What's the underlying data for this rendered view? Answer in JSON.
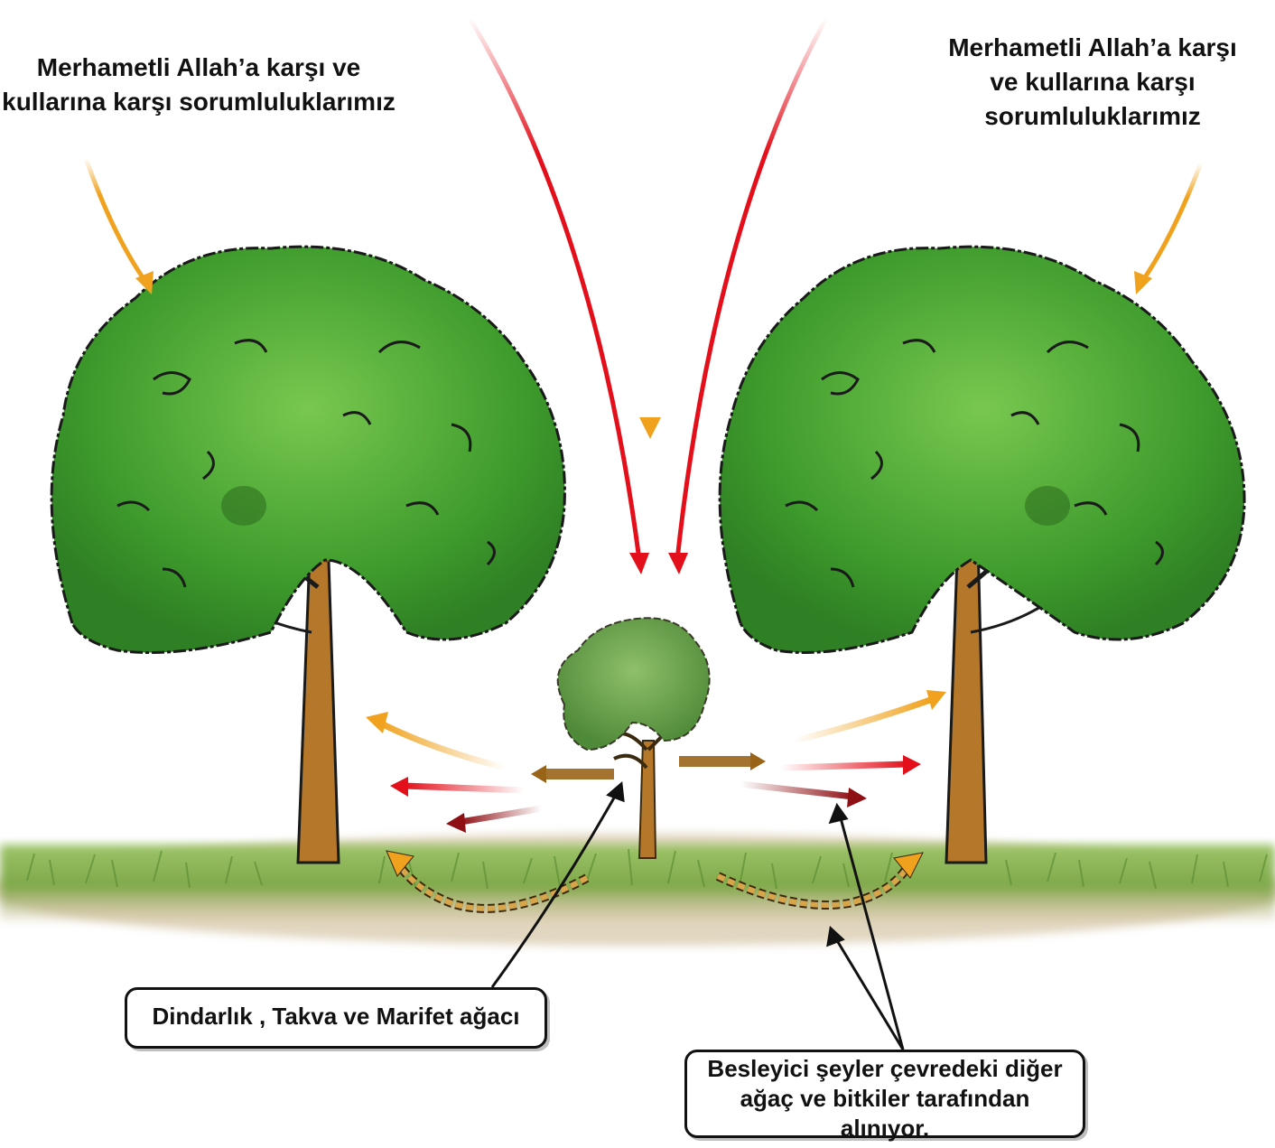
{
  "headings": {
    "left": [
      "Merhametli  Allah’a karşı ve",
      "kullarına karşı sorumluluklarımız"
    ],
    "right": [
      "Merhametli  Allah’a karşı",
      "ve kullarına karşı",
      "sorumluluklarımız"
    ]
  },
  "callouts": {
    "tree": "Dindarlık , Takva ve Marifet ağacı",
    "nutrients": [
      "Besleyici şeyler çevredeki diğer",
      "ağaç ve bitkiler tarafından",
      "alınıyor."
    ]
  },
  "colors": {
    "arrow_red": "#e3101b",
    "arrow_orange": "#f0a21e",
    "arrow_darkred": "#8e1015",
    "arrow_brown": "#9a6418",
    "foliage": "#3e9b2c",
    "foliage_light": "#6cc04a",
    "trunk": "#b5782a",
    "grass": "#7da848",
    "soil": "#b49a6c"
  }
}
